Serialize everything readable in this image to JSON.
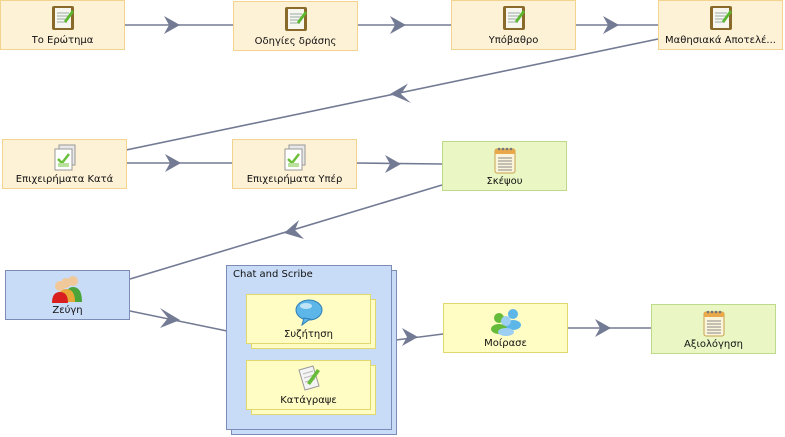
{
  "nodes": {
    "question": "Το Ερώτημα",
    "guidelines": "Οδηγίες δράσης",
    "background": "Υπόβαθρο",
    "outcomes": "Μαθησιακά Αποτελέ...",
    "args_against": "Επιχειρήματα Κατά",
    "args_for": "Επιχειρήματα Υπέρ",
    "think": "Σκέψου",
    "pairs": "Ζεύγη",
    "share": "Μοίρασε",
    "evaluation": "Αξιολόγηση"
  },
  "group": {
    "title": "Chat and Scribe",
    "discussion": "Συζήτηση",
    "record": "Κατάγραψε"
  },
  "colors": {
    "edge": "#737a93",
    "activity_fill": "#fdf1d6",
    "tool_fill": "#eaf7c4",
    "group_fill": "#c9dcf7",
    "yellow_fill": "#fffcc4"
  },
  "icons": {
    "question": "notebook-icon",
    "guidelines": "notebook-icon",
    "background": "notebook-icon",
    "outcomes": "notebook-icon",
    "args_against": "checklist-icon",
    "args_for": "checklist-icon",
    "think": "notepad-icon",
    "pairs": "people-icon",
    "discussion": "speech-bubble-icon",
    "record": "pencil-paper-icon",
    "share": "share-people-icon",
    "evaluation": "notepad-icon"
  }
}
